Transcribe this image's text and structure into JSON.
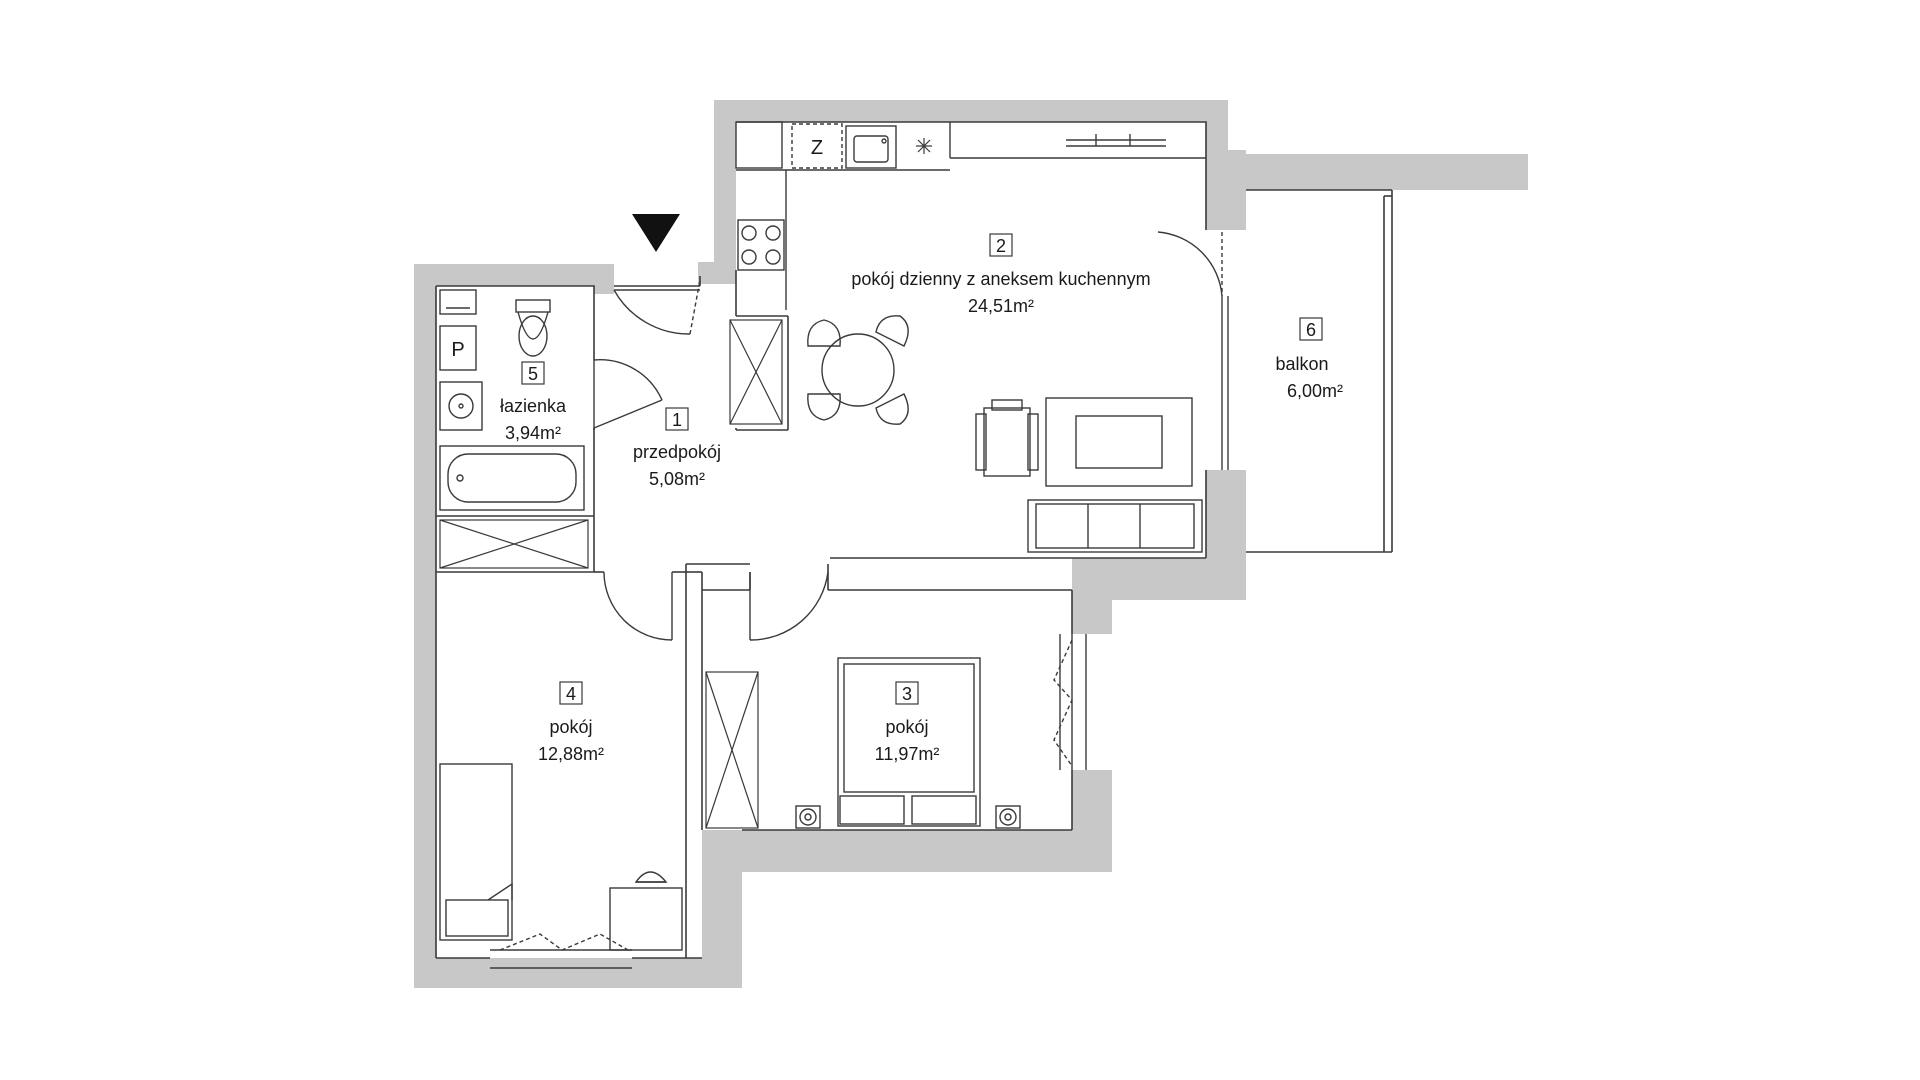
{
  "rooms": [
    {
      "number": "1",
      "name": "przedpokój",
      "area": "5,08m²"
    },
    {
      "number": "2",
      "name": "pokój dzienny z aneksem kuchennym",
      "area": "24,51m²"
    },
    {
      "number": "3",
      "name": "pokój",
      "area": "11,97m²"
    },
    {
      "number": "4",
      "name": "pokój",
      "area": "12,88m²"
    },
    {
      "number": "5",
      "name": "łazienka",
      "area": "3,94m²"
    },
    {
      "number": "6",
      "name": "balkon",
      "area": "6,00m²"
    }
  ],
  "fixtures": {
    "washer_label": "P",
    "dryer_label": "Z"
  },
  "icons": {
    "entrance": "entrance-arrow-icon",
    "fridge": "snowflake-icon"
  },
  "colors": {
    "wall": "#c8c8c8",
    "line": "#3a3a3a",
    "background": "#ffffff"
  }
}
